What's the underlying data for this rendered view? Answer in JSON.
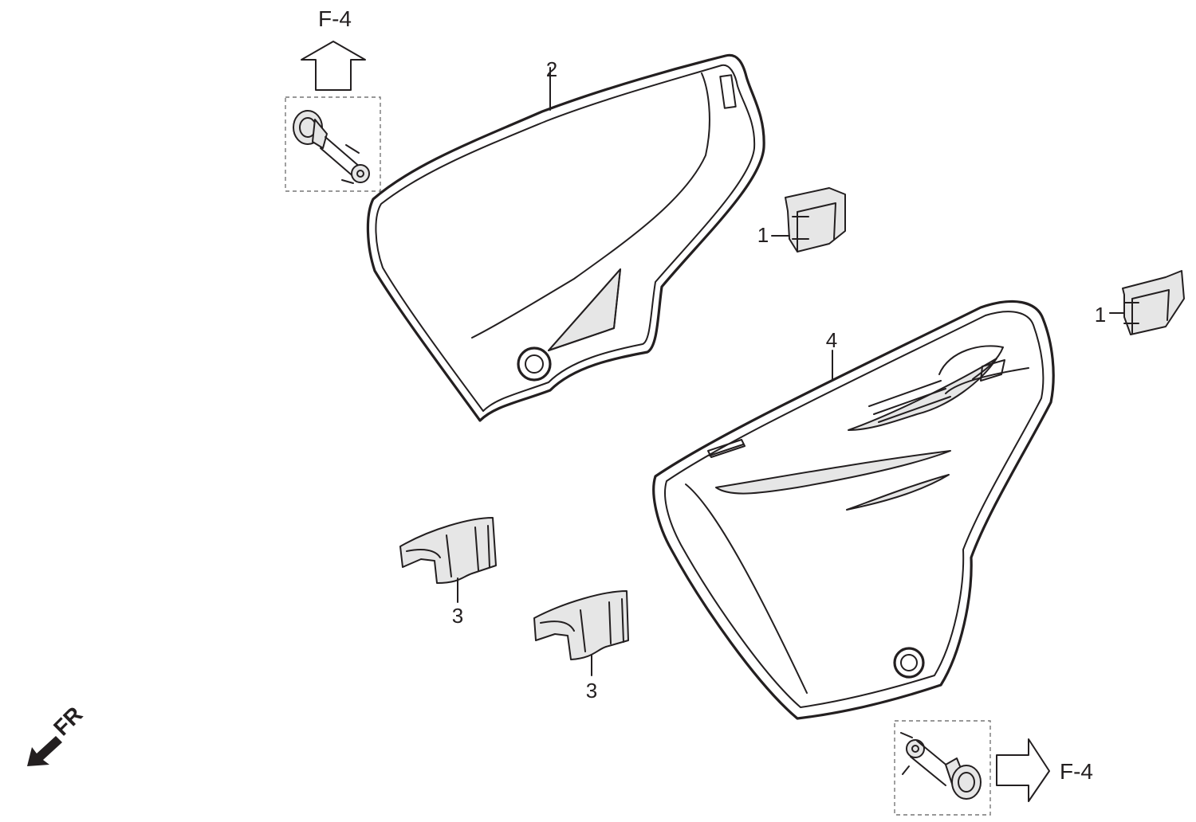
{
  "diagram": {
    "labels": {
      "part_2": "2",
      "part_4": "4",
      "part_1_upper": "1",
      "part_1_right": "1",
      "part_3_left": "3",
      "part_3_lower": "3",
      "ref_top": "F-4",
      "ref_bottom": "F-4",
      "front_marker": "FR"
    }
  }
}
